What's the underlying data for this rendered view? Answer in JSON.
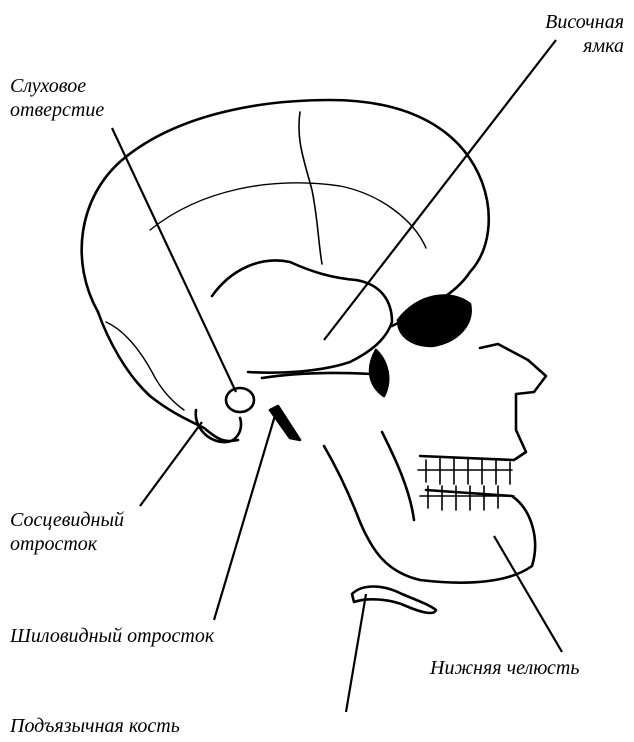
{
  "labels": {
    "temporal_fossa": {
      "line1": "Височная",
      "line2": "ямка"
    },
    "auditory_opening": {
      "line1": "Слуховое",
      "line2": "отверстие"
    },
    "mastoid_process": {
      "line1": "Сосцевидный",
      "line2": "отросток"
    },
    "styloid_process": {
      "text": "Шиловидный отросток"
    },
    "lower_jaw": {
      "text": "Нижняя челюсть"
    },
    "hyoid_bone": {
      "text": "Подъязычная кость"
    }
  },
  "colors": {
    "ink": "#000000",
    "paper": "#ffffff"
  }
}
